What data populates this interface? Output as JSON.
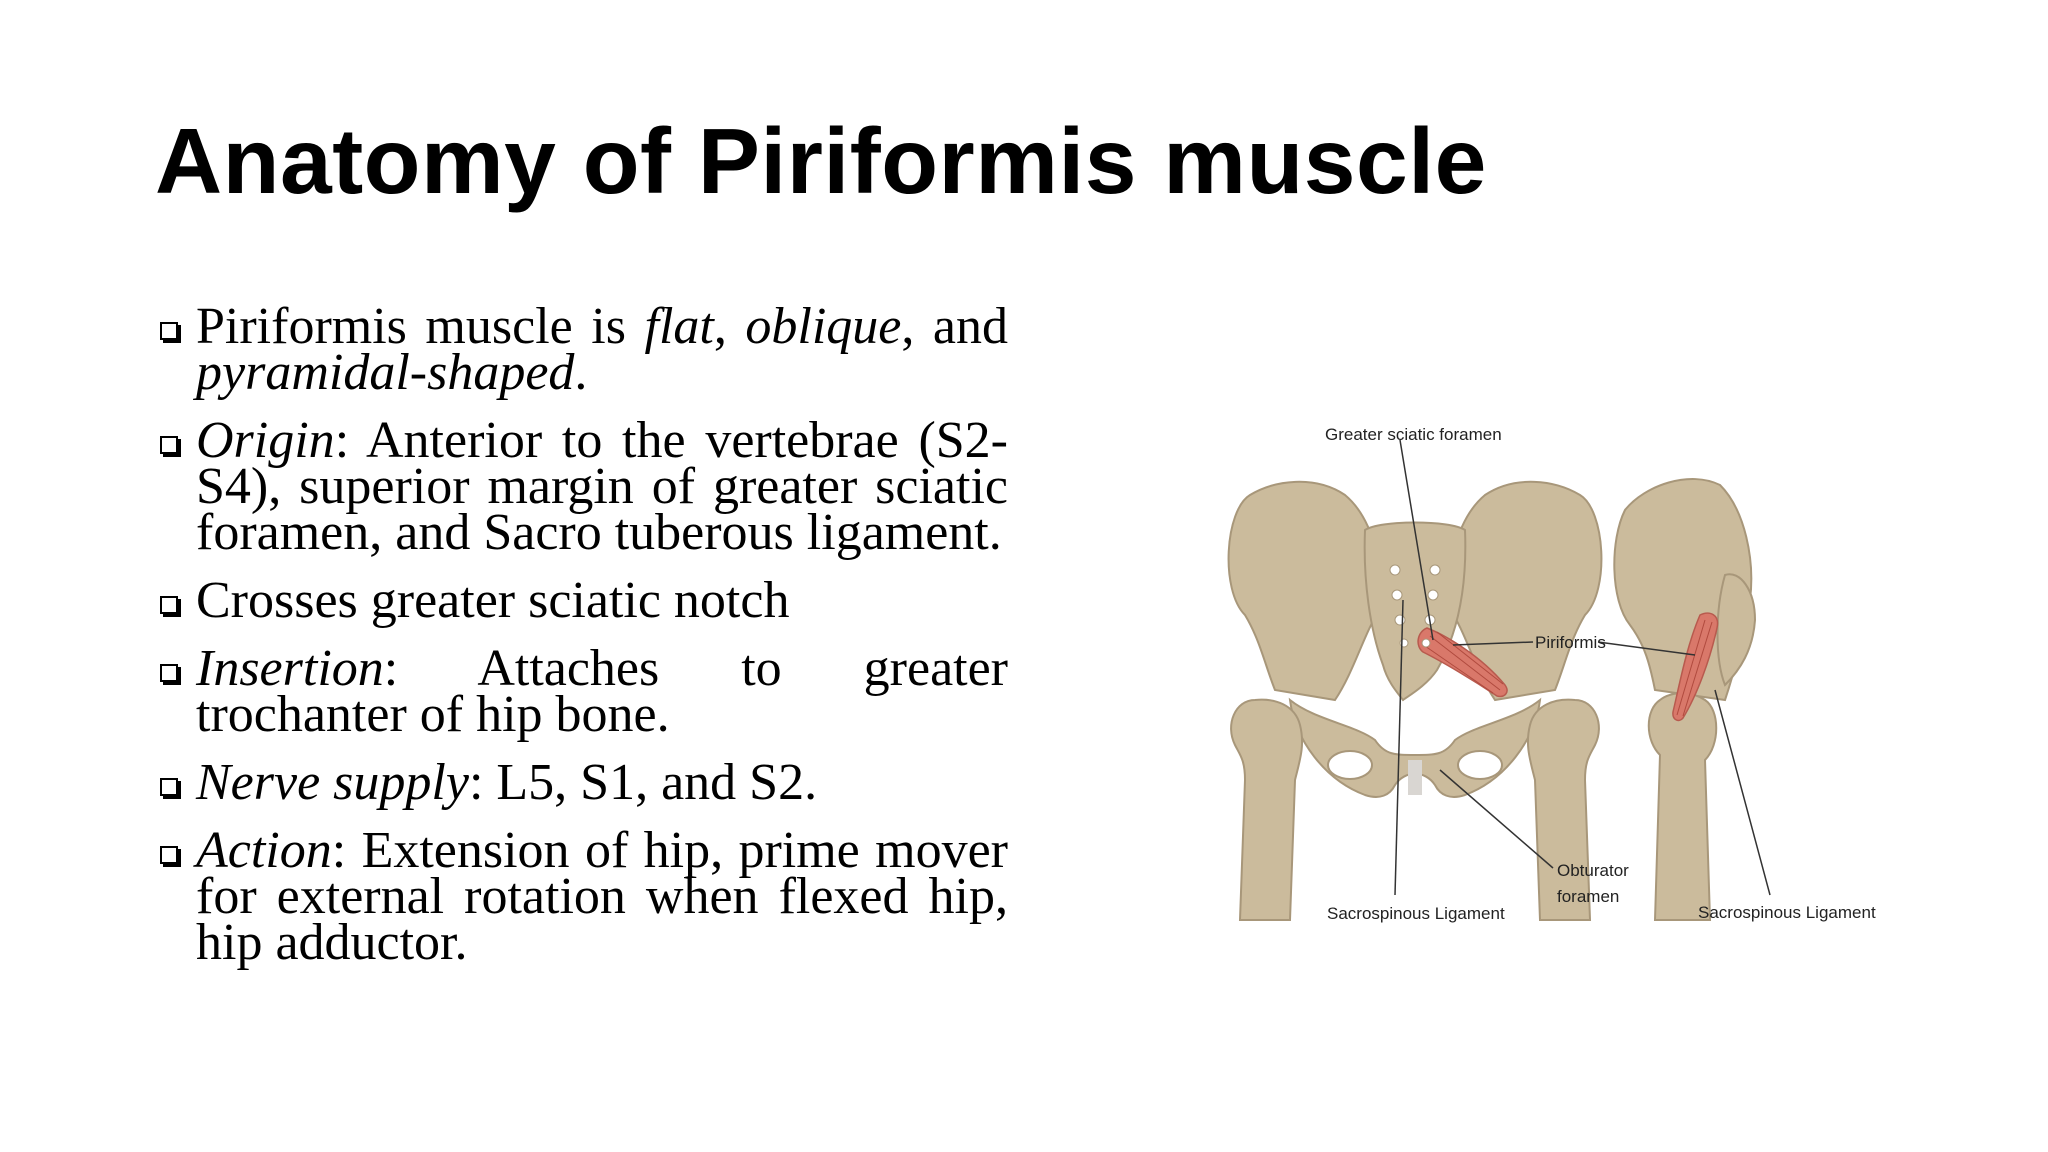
{
  "title": "Anatomy of Piriformis muscle",
  "bullets": [
    {
      "segments": [
        {
          "text": "Piriformis muscle is ",
          "italic": false
        },
        {
          "text": "flat",
          "italic": true
        },
        {
          "text": ", ",
          "italic": false
        },
        {
          "text": "oblique",
          "italic": true
        },
        {
          "text": ", and ",
          "italic": false
        },
        {
          "text": "pyramidal-shaped",
          "italic": true
        },
        {
          "text": ".",
          "italic": false
        }
      ]
    },
    {
      "segments": [
        {
          "text": "Origin",
          "italic": true
        },
        {
          "text": ": Anterior to the vertebrae (S2-S4), superior margin of greater sciatic foramen, and Sacro tuberous ligament.",
          "italic": false
        }
      ]
    },
    {
      "segments": [
        {
          "text": "Crosses greater sciatic notch",
          "italic": false
        }
      ]
    },
    {
      "segments": [
        {
          "text": "Insertion",
          "italic": true
        },
        {
          "text": ": Attaches to greater trochanter of hip bone.",
          "italic": false
        }
      ]
    },
    {
      "segments": [
        {
          "text": "Nerve supply",
          "italic": true
        },
        {
          "text": ": L5, S1, and S2.",
          "italic": false
        }
      ]
    },
    {
      "segments": [
        {
          "text": "Action",
          "italic": true
        },
        {
          "text": ": Extension of hip, prime mover for external rotation when flexed hip, hip adductor.",
          "italic": false
        }
      ]
    }
  ],
  "figure": {
    "labels": {
      "greater_sciatic_foramen": "Greater sciatic foramen",
      "piriformis": "Piriformis",
      "obturator_1": "Obturator",
      "obturator_2": "foramen",
      "sacrospinous_left": "Sacrospinous Ligament",
      "sacrospinous_right": "Sacrospinous Ligament"
    },
    "colors": {
      "bone": "#cbbb9c",
      "bone_shadow": "#a8977a",
      "muscle": "#d9786a",
      "cartilage": "#d9d6d2"
    }
  }
}
